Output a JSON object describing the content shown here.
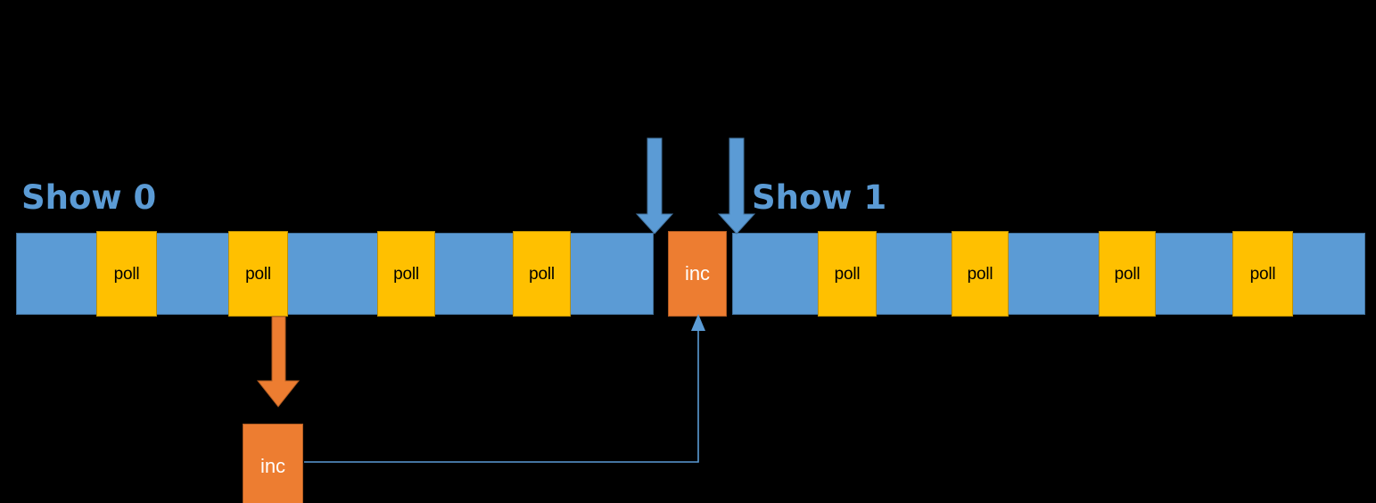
{
  "diagram": {
    "title_hidden": "",
    "colors": {
      "background": "#000000",
      "timeline_blue": "#5B9BD5",
      "timeline_blue_border": "#41719C",
      "poll_yellow": "#FFC000",
      "poll_yellow_border": "#BF9000",
      "inc_orange": "#ED7D31",
      "inc_orange_border": "#AE5A21",
      "label_blue": "#5B9BD5",
      "poll_text": "#000000",
      "inc_text": "#FFFFFF"
    },
    "labels": {
      "show0": "Show 0",
      "show1": "Show 1"
    },
    "timeline_left": {
      "name": "Show 0",
      "blocks": [
        {
          "type": "idle",
          "label": ""
        },
        {
          "type": "event",
          "label": "poll"
        },
        {
          "type": "idle",
          "label": ""
        },
        {
          "type": "event",
          "label": "poll"
        },
        {
          "type": "idle",
          "label": ""
        },
        {
          "type": "event",
          "label": "poll"
        },
        {
          "type": "idle",
          "label": ""
        },
        {
          "type": "event",
          "label": "poll"
        },
        {
          "type": "idle",
          "label": ""
        }
      ]
    },
    "timeline_right": {
      "name": "Show 1",
      "blocks": [
        {
          "type": "idle",
          "label": ""
        },
        {
          "type": "event",
          "label": "poll"
        },
        {
          "type": "idle",
          "label": ""
        },
        {
          "type": "event",
          "label": "poll"
        },
        {
          "type": "idle",
          "label": ""
        },
        {
          "type": "event",
          "label": "poll"
        },
        {
          "type": "idle",
          "label": ""
        },
        {
          "type": "event",
          "label": "poll"
        },
        {
          "type": "idle",
          "label": ""
        }
      ]
    },
    "inc_inline": {
      "label": "inc"
    },
    "inc_deferred": {
      "label": "inc"
    },
    "arrows": {
      "show0_boundary": "boundary-marker-end-of-show-0",
      "show1_boundary": "boundary-marker-start-of-show-1",
      "poll_to_inc": "poll-spawns-deferred-inc",
      "inc_to_timeline": "deferred-inc-returns-to-timeline"
    }
  }
}
